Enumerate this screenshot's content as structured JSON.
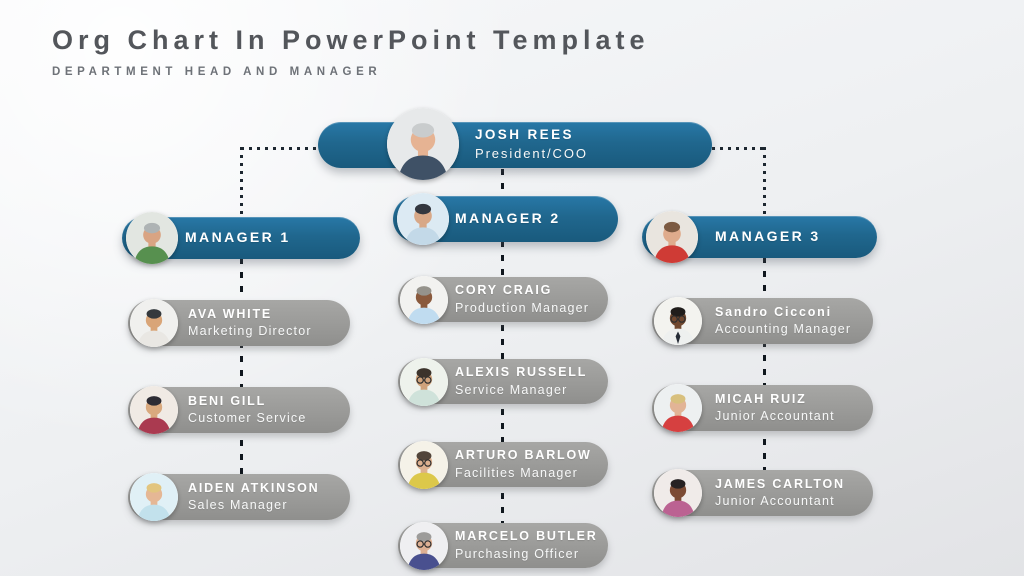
{
  "header": {
    "title": "Org Chart In PowerPoint Template",
    "subtitle": "DEPARTMENT HEAD AND MANAGER"
  },
  "colors": {
    "node_blue": "#20678e",
    "node_blue_highlight": "#2878a7",
    "node_gray": "#9a9a98",
    "connector_dots": "#1d2730",
    "connector_dashes": "#10171e",
    "title_text": "#53565b",
    "subtitle_text": "#6e7278"
  },
  "root": {
    "name": "JOSH REES",
    "role": "President/COO",
    "avatar": {
      "bg": "#e7e9ea",
      "skin": "#e6b393",
      "hair": "#c9cccd",
      "shirt": "#3f5166"
    }
  },
  "columns": [
    {
      "manager": {
        "label": "MANAGER 1",
        "avatar": {
          "bg": "#e2e6e1",
          "skin": "#d9a483",
          "hair": "#aeb3b4",
          "shirt": "#57904f"
        }
      },
      "members": [
        {
          "name": "AVA WHITE",
          "role": "Marketing Director",
          "avatar": {
            "bg": "#f0f0ee",
            "skin": "#d9a578",
            "hair": "#34393d",
            "shirt": "#e9e7e3"
          }
        },
        {
          "name": "BENI GILL",
          "role": "Customer Service",
          "avatar": {
            "bg": "#f0eae4",
            "skin": "#d9a97e",
            "hair": "#2c2b33",
            "shirt": "#aa3a50"
          }
        },
        {
          "name": "AIDEN ATKINSON",
          "role": "Sales Manager",
          "avatar": {
            "bg": "#e0f0f6",
            "skin": "#e5b795",
            "hair": "#e2c57f",
            "shirt": "#c2e1ec"
          }
        }
      ]
    },
    {
      "manager": {
        "label": "MANAGER 2",
        "avatar": {
          "bg": "#dceaf3",
          "skin": "#d8a887",
          "hair": "#33373f",
          "shirt": "#c3d9e8"
        }
      },
      "members": [
        {
          "name": "CORY CRAIG",
          "role": "Production Manager",
          "avatar": {
            "bg": "#f2f2f0",
            "skin": "#8a5a3d",
            "hair": "#95938c",
            "shirt": "#c0dcf0"
          }
        },
        {
          "name": "ALEXIS RUSSELL",
          "role": "Service Manager",
          "avatar": {
            "bg": "#eef2ec",
            "skin": "#cfa27b",
            "hair": "#3c332b",
            "shirt": "#cfe2da",
            "glasses": true
          }
        },
        {
          "name": "ARTURO BARLOW",
          "role": "Facilities Manager",
          "avatar": {
            "bg": "#f5f2e8",
            "skin": "#ddb08f",
            "hair": "#52453a",
            "shirt": "#dcc84a",
            "glasses": true
          }
        },
        {
          "name": "MARCELO BUTLER",
          "role": "Purchasing Officer",
          "avatar": {
            "bg": "#efeff1",
            "skin": "#deb093",
            "hair": "#9d9c9a",
            "shirt": "#49508f",
            "glasses": true
          }
        }
      ]
    },
    {
      "manager": {
        "label": "MANAGER 3",
        "avatar": {
          "bg": "#e9e5df",
          "skin": "#dfab8c",
          "hair": "#7c5a42",
          "shirt": "#cf3b35"
        }
      },
      "members": [
        {
          "name": "Sandro Cicconi",
          "role": "Accounting Manager",
          "avatar": {
            "bg": "#f3f3ef",
            "skin": "#71482f",
            "hair": "#201d1b",
            "shirt": "#eef0ef",
            "glasses": true,
            "tie": true
          }
        },
        {
          "name": "MICAH RUIZ",
          "role": "Junior Accountant",
          "avatar": {
            "bg": "#edf0f1",
            "skin": "#e2b496",
            "hair": "#d8c07e",
            "shirt": "#d64040"
          }
        },
        {
          "name": "JAMES CARLTON",
          "role": "Junior Accountant",
          "avatar": {
            "bg": "#f0ebe9",
            "skin": "#7c4b34",
            "hair": "#262122",
            "shirt": "#bb6292"
          }
        }
      ]
    }
  ]
}
